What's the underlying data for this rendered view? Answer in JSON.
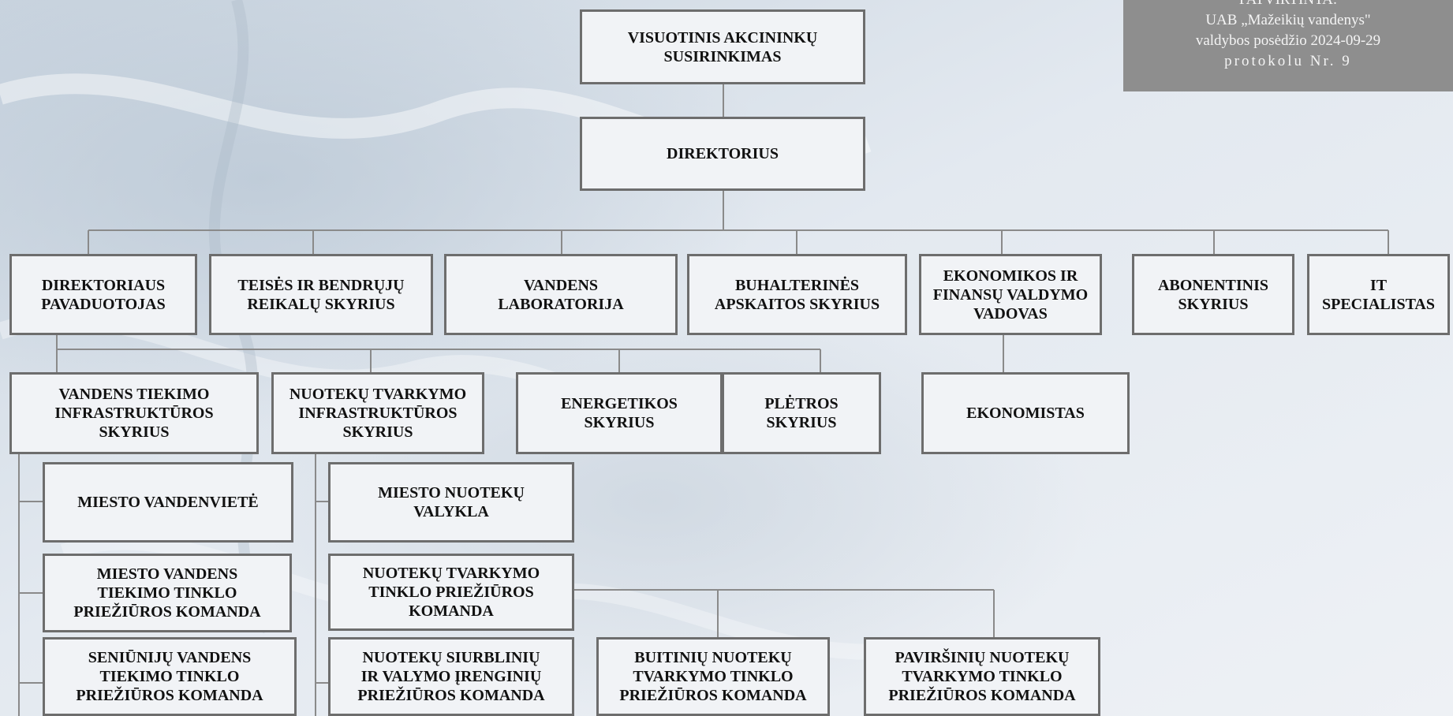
{
  "approval": {
    "line1": "PATVIRTINTA:",
    "line2": "UAB „Mažeikių vandenys\"",
    "line3": "valdybos posėdžio 2024-09-29",
    "line4": "protokolu Nr. 9"
  },
  "nodes": {
    "shareholders": "VISUOTINIS AKCININKŲ\nSUSIRINKIMAS",
    "director": "DIREKTORIUS",
    "deputy": "DIREKTORIAUS\nPAVADUOTOJAS",
    "legal": "TEISĖS IR BENDRŲJŲ\nREIKALŲ SKYRIUS",
    "lab": "VANDENS\nLABORATORIJA",
    "accounting": "BUHALTERINĖS\nAPSKAITOS SKYRIUS",
    "finance_head": "EKONOMIKOS IR\nFINANSŲ VALDYMO\nVADOVAS",
    "subscriber": "ABONENTINIS\nSKYRIUS",
    "it": "IT\nSPECIALISTAS",
    "water_infra": "VANDENS TIEKIMO\nINFRASTRUKTŪROS\nSKYRIUS",
    "wastewater_infra": "NUOTEKŲ TVARKYMO\nINFRASTRUKTŪROS\nSKYRIUS",
    "energy": "ENERGETIKOS\nSKYRIUS",
    "development": "PLĖTROS\nSKYRIUS",
    "economist": "EKONOMISTAS",
    "city_waterworks": "MIESTO VANDENVIETĖ",
    "city_water_network": "MIESTO VANDENS\nTIEKIMO TINKLO\nPRIEŽIŪROS KOMANDA",
    "rural_water_network": "SENIŪNIJŲ VANDENS\nTIEKIMO TINKLO\nPRIEŽIŪROS KOMANDA",
    "city_treatment": "MIESTO NUOTEKŲ\nVALYKLA",
    "wastewater_network": "NUOTEKŲ TVARKYMO\nTINKLO PRIEŽIŪROS\nKOMANDA",
    "pumping_stations": "NUOTEKŲ SIURBLINIŲ\nIR VALYMO ĮRENGINIŲ\nPRIEŽIŪROS KOMANDA",
    "domestic_network": "BUITINIŲ NUOTEKŲ\nTVARKYMO  TINKLO\nPRIEŽIŪROS KOMANDA",
    "surface_network": "PAVIRŠINIŲ NUOTEKŲ\nTVARKYMO TINKLO\nPRIEŽIŪROS KOMANDA"
  }
}
